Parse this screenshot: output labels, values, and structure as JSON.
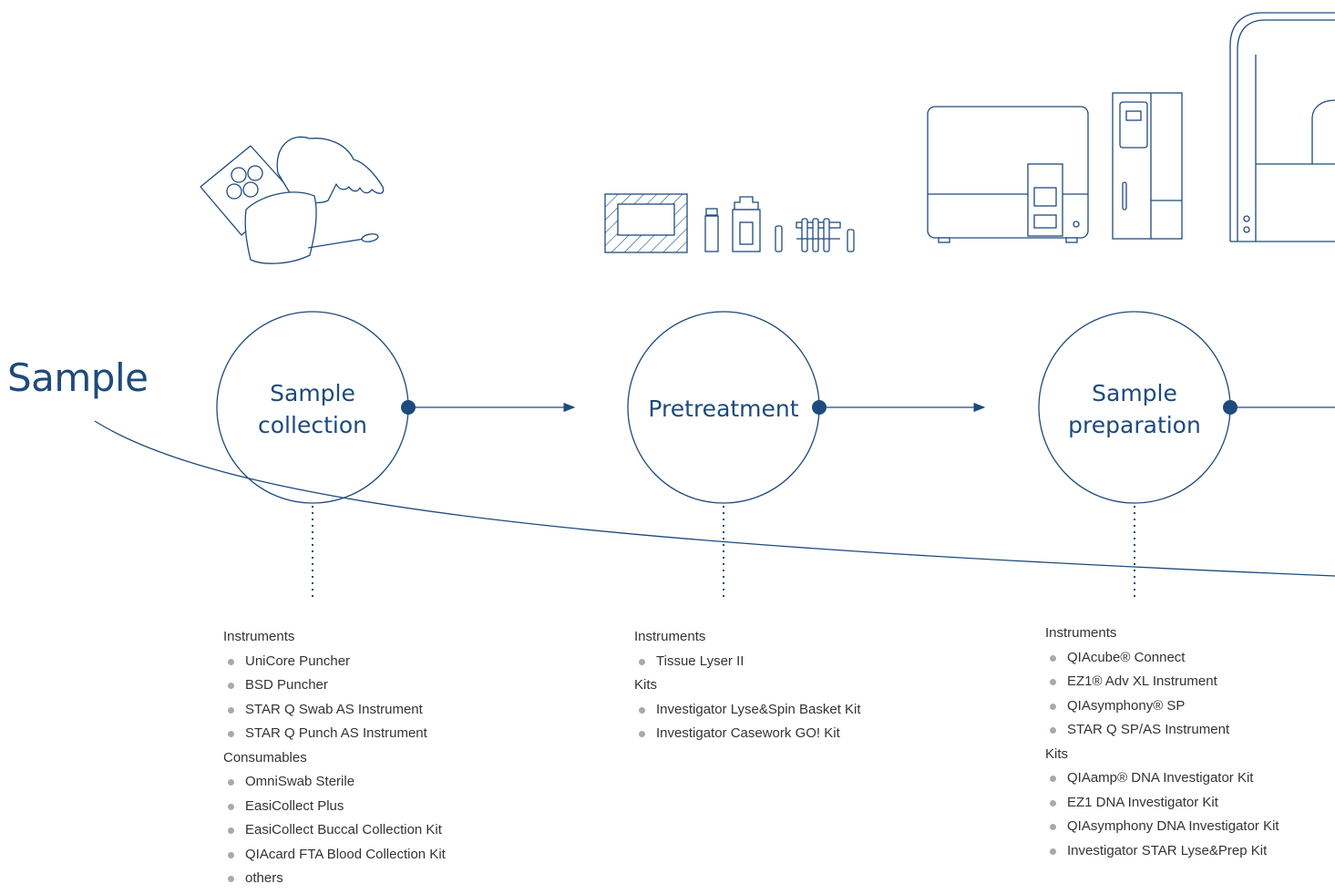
{
  "workflow_title": "Sample",
  "steps": [
    {
      "label_lines": [
        "Sample",
        "collection"
      ]
    },
    {
      "label_lines": [
        "Pretreatment"
      ]
    },
    {
      "label_lines": [
        "Sample",
        "preparation"
      ]
    }
  ],
  "panels": {
    "collection": {
      "groups": [
        {
          "title": "Instruments",
          "items": [
            "UniCore Puncher",
            "BSD Puncher",
            "STAR Q Swab AS Instrument",
            "STAR Q Punch AS Instrument"
          ]
        },
        {
          "title": "Consumables",
          "items": [
            "OmniSwab Sterile",
            "EasiCollect Plus",
            "EasiCollect Buccal Collection Kit",
            "QIAcard FTA Blood Collection Kit",
            "others"
          ]
        }
      ]
    },
    "pretreatment": {
      "groups": [
        {
          "title": "Instruments",
          "items": [
            "Tissue Lyser II"
          ]
        },
        {
          "title": "Kits",
          "items": [
            "Investigator Lyse&Spin Basket Kit",
            "Investigator Casework GO! Kit"
          ]
        }
      ]
    },
    "preparation": {
      "groups": [
        {
          "title": "Instruments",
          "items": [
            "QIAcube® Connect",
            "EZ1® Adv XL Instrument",
            "QIAsymphony® SP",
            "STAR Q SP/AS Instrument"
          ]
        },
        {
          "title": "Kits",
          "items": [
            "QIAamp® DNA Investigator Kit",
            "EZ1 DNA Investigator Kit",
            "QIAsymphony DNA Investigator Kit",
            "Investigator STAR Lyse&Prep Kit"
          ]
        }
      ]
    }
  },
  "colors": {
    "primary": "#1e4a7d",
    "bullet": "#a6aaad",
    "text": "#333333"
  }
}
